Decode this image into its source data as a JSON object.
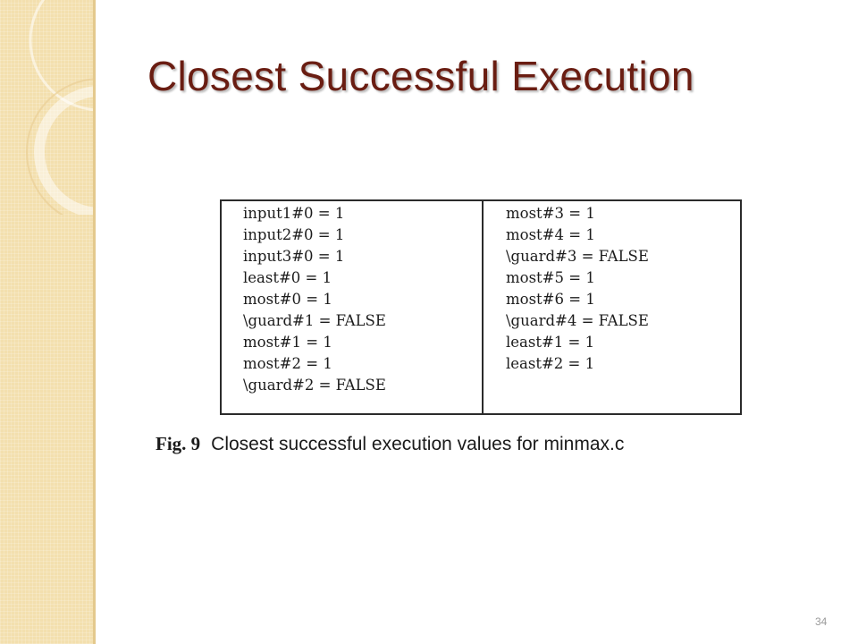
{
  "slide": {
    "title": "Closest Successful Execution",
    "page_number": "34"
  },
  "figure": {
    "left_column": [
      "input1#0 = 1",
      "input2#0 = 1",
      "input3#0 = 1",
      "least#0 = 1",
      "most#0 = 1",
      "\\guard#1 = FALSE",
      "most#1 = 1",
      "most#2 = 1",
      "\\guard#2 = FALSE"
    ],
    "right_column": [
      "most#3 = 1",
      "most#4 = 1",
      "\\guard#3 = FALSE",
      "most#5 = 1",
      "most#6 = 1",
      "\\guard#4 = FALSE",
      "least#1 = 1",
      "least#2 = 1"
    ],
    "caption_label": "Fig. 9",
    "caption_text": "Closest successful execution values for minmax.c"
  },
  "colors": {
    "title": "#6a1d12",
    "sidebar": "#f3dfae",
    "sidebar_rings": "#ffffff"
  }
}
